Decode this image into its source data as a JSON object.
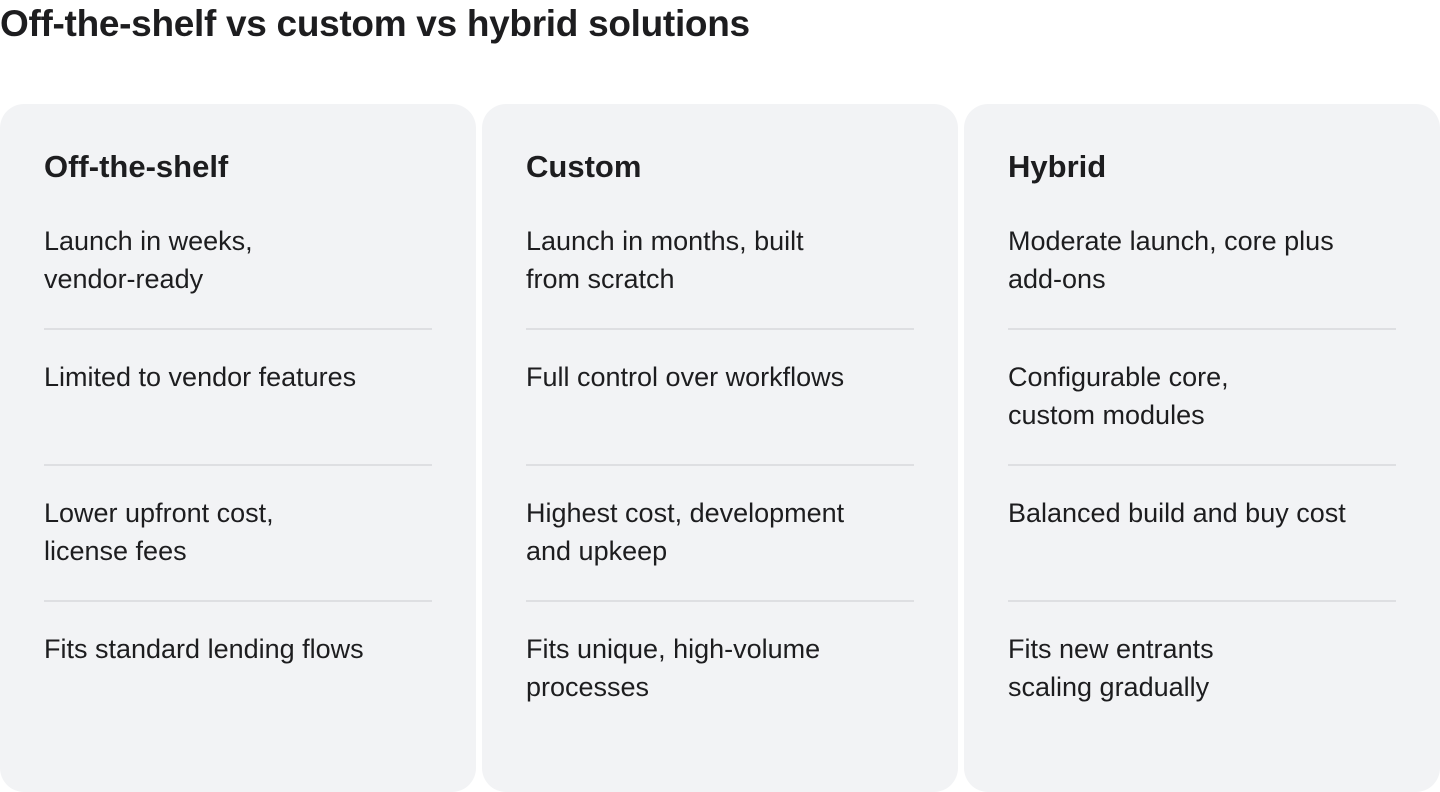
{
  "page": {
    "title": "Off-the-shelf vs custom vs hybrid solutions"
  },
  "columns": [
    {
      "title": "Off-the-shelf",
      "rows": [
        "Launch in weeks,\nvendor-ready",
        "Limited to vendor features",
        "Lower upfront cost,\nlicense fees",
        "Fits standard lending flows"
      ]
    },
    {
      "title": "Custom",
      "rows": [
        "Launch in months, built\nfrom scratch",
        "Full control over workflows",
        "Highest cost, development\nand upkeep",
        "Fits unique, high-volume\nprocesses"
      ]
    },
    {
      "title": "Hybrid",
      "rows": [
        "Moderate launch, core plus\nadd-ons",
        "Configurable core,\ncustom modules",
        "Balanced build and buy cost",
        "Fits new entrants\nscaling gradually"
      ]
    }
  ],
  "colors": {
    "card_background": "#f2f3f5",
    "divider": "#dedfe2",
    "text": "#1d1d1f"
  }
}
